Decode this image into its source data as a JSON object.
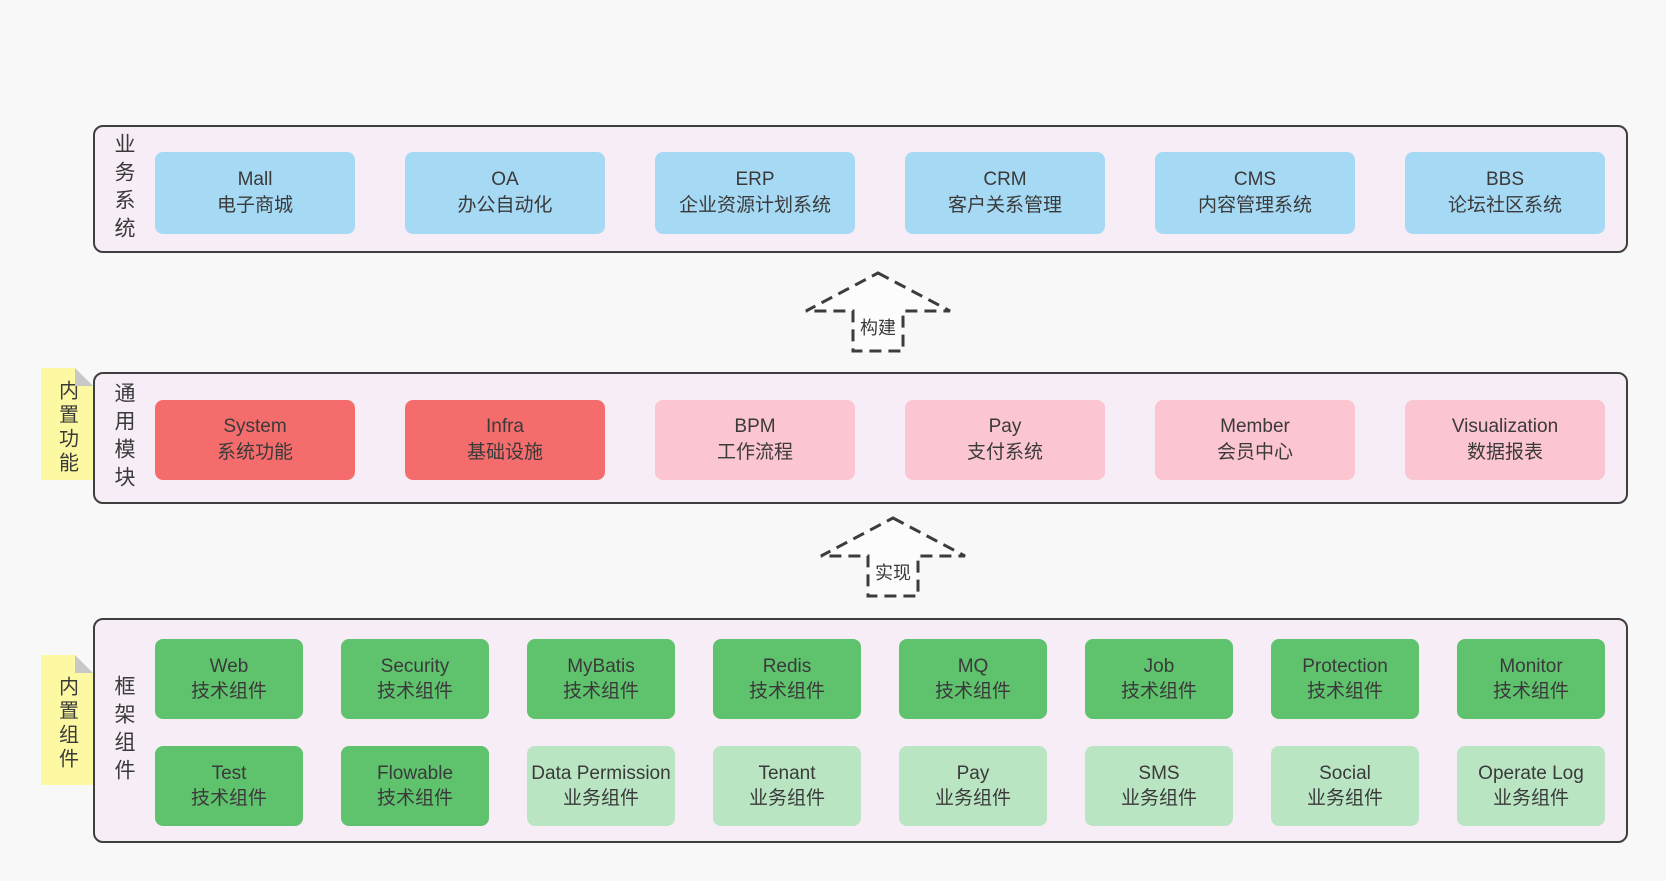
{
  "colors": {
    "page_bg": "#f8f8f8",
    "panel_bg": "#f7edf6",
    "border": "#3f3f3f",
    "text": "#3a3a3a",
    "blue": "#a6d9f4",
    "red": "#f56c6c",
    "pink": "#fbc5d1",
    "green": "#5fc26d",
    "green_light": "#b9e5c2",
    "note_yellow": "#fcf9a2",
    "note_fold": "#c8c8c8"
  },
  "arrows": [
    {
      "label": "构建"
    },
    {
      "label": "实现"
    }
  ],
  "panels": [
    {
      "label": "业务系统",
      "rows": [
        [
          {
            "title": "Mall",
            "subtitle": "电子商城"
          },
          {
            "title": "OA",
            "subtitle": "办公自动化"
          },
          {
            "title": "ERP",
            "subtitle": "企业资源计划系统"
          },
          {
            "title": "CRM",
            "subtitle": "客户关系管理"
          },
          {
            "title": "CMS",
            "subtitle": "内容管理系统"
          },
          {
            "title": "BBS",
            "subtitle": "论坛社区系统"
          }
        ]
      ]
    },
    {
      "label": "通用模块",
      "note": "内置功能",
      "rows": [
        [
          {
            "title": "System",
            "subtitle": "系统功能"
          },
          {
            "title": "Infra",
            "subtitle": "基础设施"
          },
          {
            "title": "BPM",
            "subtitle": "工作流程"
          },
          {
            "title": "Pay",
            "subtitle": "支付系统"
          },
          {
            "title": "Member",
            "subtitle": "会员中心"
          },
          {
            "title": "Visualization",
            "subtitle": "数据报表"
          }
        ]
      ]
    },
    {
      "label": "框架组件",
      "note": "内置组件",
      "rows": [
        [
          {
            "title": "Web",
            "subtitle": "技术组件"
          },
          {
            "title": "Security",
            "subtitle": "技术组件"
          },
          {
            "title": "MyBatis",
            "subtitle": "技术组件"
          },
          {
            "title": "Redis",
            "subtitle": "技术组件"
          },
          {
            "title": "MQ",
            "subtitle": "技术组件"
          },
          {
            "title": "Job",
            "subtitle": "技术组件"
          },
          {
            "title": "Protection",
            "subtitle": "技术组件"
          },
          {
            "title": "Monitor",
            "subtitle": "技术组件"
          }
        ],
        [
          {
            "title": "Test",
            "subtitle": "技术组件"
          },
          {
            "title": "Flowable",
            "subtitle": "技术组件"
          },
          {
            "title": "Data Permission",
            "subtitle": "业务组件"
          },
          {
            "title": "Tenant",
            "subtitle": "业务组件"
          },
          {
            "title": "Pay",
            "subtitle": "业务组件"
          },
          {
            "title": "SMS",
            "subtitle": "业务组件"
          },
          {
            "title": "Social",
            "subtitle": "业务组件"
          },
          {
            "title": "Operate Log",
            "subtitle": "业务组件"
          }
        ]
      ]
    }
  ]
}
